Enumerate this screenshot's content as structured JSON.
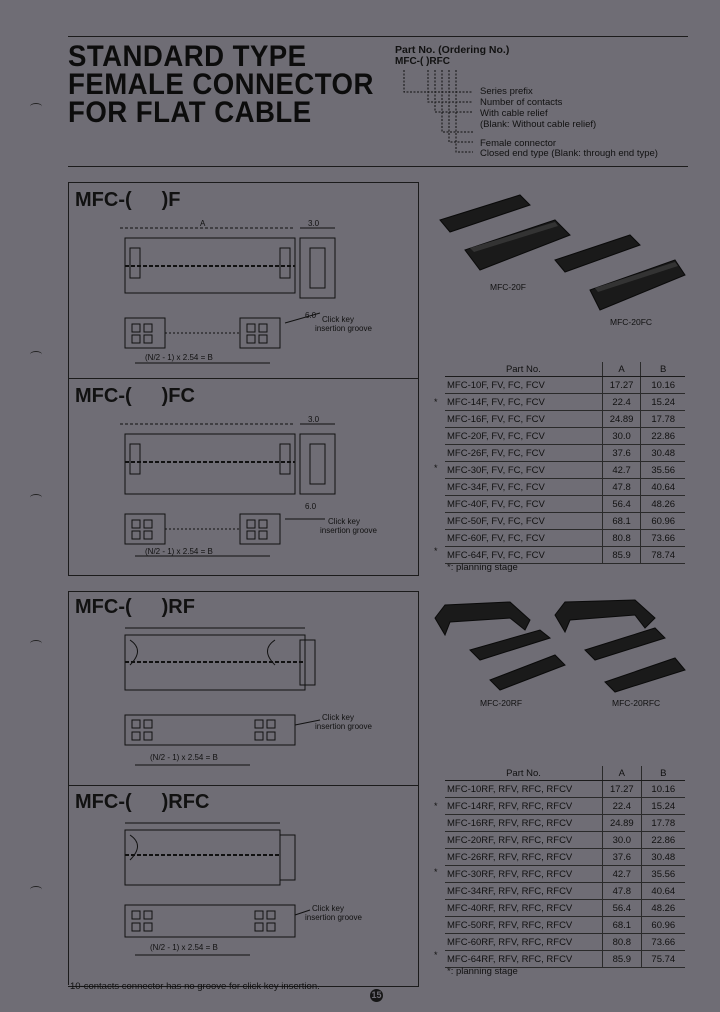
{
  "title": {
    "line1": "STANDARD TYPE",
    "line2": "FEMALE CONNECTOR",
    "line3": "FOR FLAT CABLE"
  },
  "part_no": {
    "header": "Part No. (Ordering No.)",
    "code": "MFC-(   )RFC",
    "legend": [
      "Series prefix",
      "Number of contacts",
      "With cable relief",
      "(Blank: Without cable relief)",
      "Female connector",
      "Closed end type (Blank: through end type)"
    ]
  },
  "sections": {
    "f": {
      "prefix": "MFC-(",
      "suffix": ")F"
    },
    "fc": {
      "prefix": "MFC-(",
      "suffix": ")FC"
    },
    "rf": {
      "prefix": "MFC-(",
      "suffix": ")RF"
    },
    "rfc": {
      "prefix": "MFC-(",
      "suffix": ")RFC"
    }
  },
  "drawing_labels": {
    "dim_a": "A",
    "dim_b": "B",
    "dim_3_0": "3.0",
    "dim_6_0": "6.0",
    "pitch": "(N/2 - 1) x 2.54 = B",
    "pitch_short": "2.54",
    "key_groove_1": "Click key",
    "key_groove_2": "insertion groove"
  },
  "photos": {
    "top_left_caption": "MFC-20F",
    "top_right_caption": "MFC-20FC",
    "bottom_left_caption": "MFC-20RF",
    "bottom_right_caption": "MFC-20RFC"
  },
  "table_top": {
    "headers": [
      "Part No.",
      "A",
      "B"
    ],
    "rows": [
      {
        "star": "",
        "part": "MFC-10F, FV, FC, FCV",
        "a": "17.27",
        "b": "10.16"
      },
      {
        "star": "*",
        "part": "MFC-14F, FV, FC, FCV",
        "a": "22.4",
        "b": "15.24"
      },
      {
        "star": "",
        "part": "MFC-16F, FV, FC, FCV",
        "a": "24.89",
        "b": "17.78"
      },
      {
        "star": "",
        "part": "MFC-20F, FV, FC, FCV",
        "a": "30.0",
        "b": "22.86"
      },
      {
        "star": "",
        "part": "MFC-26F, FV, FC, FCV",
        "a": "37.6",
        "b": "30.48"
      },
      {
        "star": "*",
        "part": "MFC-30F, FV, FC, FCV",
        "a": "42.7",
        "b": "35.56"
      },
      {
        "star": "",
        "part": "MFC-34F, FV, FC, FCV",
        "a": "47.8",
        "b": "40.64"
      },
      {
        "star": "",
        "part": "MFC-40F, FV, FC, FCV",
        "a": "56.4",
        "b": "48.26"
      },
      {
        "star": "",
        "part": "MFC-50F, FV, FC, FCV",
        "a": "68.1",
        "b": "60.96"
      },
      {
        "star": "",
        "part": "MFC-60F, FV, FC, FCV",
        "a": "80.8",
        "b": "73.66"
      },
      {
        "star": "*",
        "part": "MFC-64F, FV, FC, FCV",
        "a": "85.9",
        "b": "78.74"
      }
    ],
    "note": "*: planning stage"
  },
  "table_bottom": {
    "headers": [
      "Part No.",
      "A",
      "B"
    ],
    "rows": [
      {
        "star": "",
        "part": "MFC-10RF, RFV, RFC, RFCV",
        "a": "17.27",
        "b": "10.16"
      },
      {
        "star": "*",
        "part": "MFC-14RF, RFV, RFC, RFCV",
        "a": "22.4",
        "b": "15.24"
      },
      {
        "star": "",
        "part": "MFC-16RF, RFV, RFC, RFCV",
        "a": "24.89",
        "b": "17.78"
      },
      {
        "star": "",
        "part": "MFC-20RF, RFV, RFC, RFCV",
        "a": "30.0",
        "b": "22.86"
      },
      {
        "star": "",
        "part": "MFC-26RF, RFV, RFC, RFCV",
        "a": "37.6",
        "b": "30.48"
      },
      {
        "star": "*",
        "part": "MFC-30RF, RFV, RFC, RFCV",
        "a": "42.7",
        "b": "35.56"
      },
      {
        "star": "",
        "part": "MFC-34RF, RFV, RFC, RFCV",
        "a": "47.8",
        "b": "40.64"
      },
      {
        "star": "",
        "part": "MFC-40RF, RFV, RFC, RFCV",
        "a": "56.4",
        "b": "48.26"
      },
      {
        "star": "",
        "part": "MFC-50RF, RFV, RFC, RFCV",
        "a": "68.1",
        "b": "60.96"
      },
      {
        "star": "",
        "part": "MFC-60RF, RFV, RFC, RFCV",
        "a": "80.8",
        "b": "73.66"
      },
      {
        "star": "*",
        "part": "MFC-64RF, RFV, RFC, RFCV",
        "a": "85.9",
        "b": "75.74"
      }
    ],
    "note": "*: planning stage"
  },
  "footnote": "10-contacts connector has no groove for click key insertion.",
  "page_number": "15"
}
